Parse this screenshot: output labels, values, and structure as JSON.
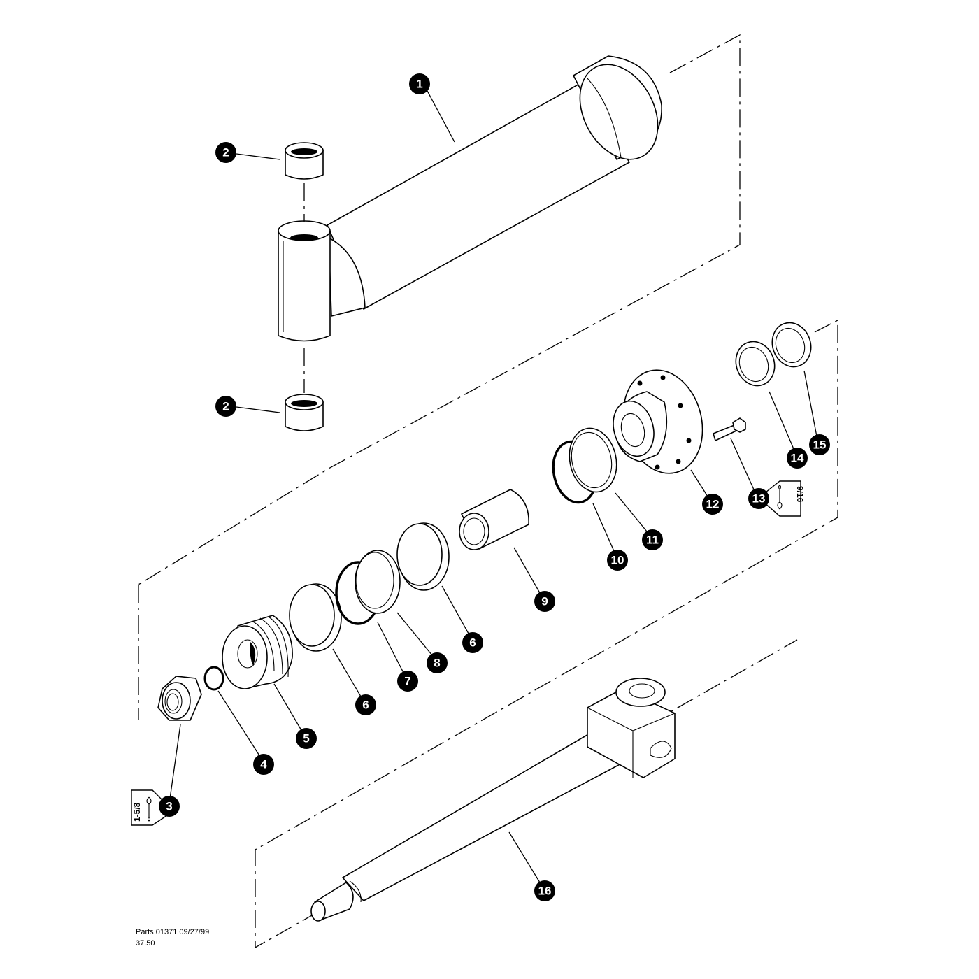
{
  "callouts": [
    {
      "id": "c1",
      "label": "1"
    },
    {
      "id": "c2a",
      "label": "2"
    },
    {
      "id": "c2b",
      "label": "2"
    },
    {
      "id": "c3",
      "label": "3"
    },
    {
      "id": "c4",
      "label": "4"
    },
    {
      "id": "c5",
      "label": "5"
    },
    {
      "id": "c6a",
      "label": "6"
    },
    {
      "id": "c6b",
      "label": "6"
    },
    {
      "id": "c7",
      "label": "7"
    },
    {
      "id": "c8",
      "label": "8"
    },
    {
      "id": "c9",
      "label": "9"
    },
    {
      "id": "c10",
      "label": "10"
    },
    {
      "id": "c11",
      "label": "11"
    },
    {
      "id": "c12",
      "label": "12"
    },
    {
      "id": "c13",
      "label": "13"
    },
    {
      "id": "c14",
      "label": "14"
    },
    {
      "id": "c15",
      "label": "15"
    },
    {
      "id": "c16",
      "label": "16"
    }
  ],
  "wrench_tags": {
    "nut": "1-5/8",
    "bolt": "9/16"
  },
  "footer": {
    "line1": "Parts 01371  09/27/99",
    "line2": "37.50"
  }
}
